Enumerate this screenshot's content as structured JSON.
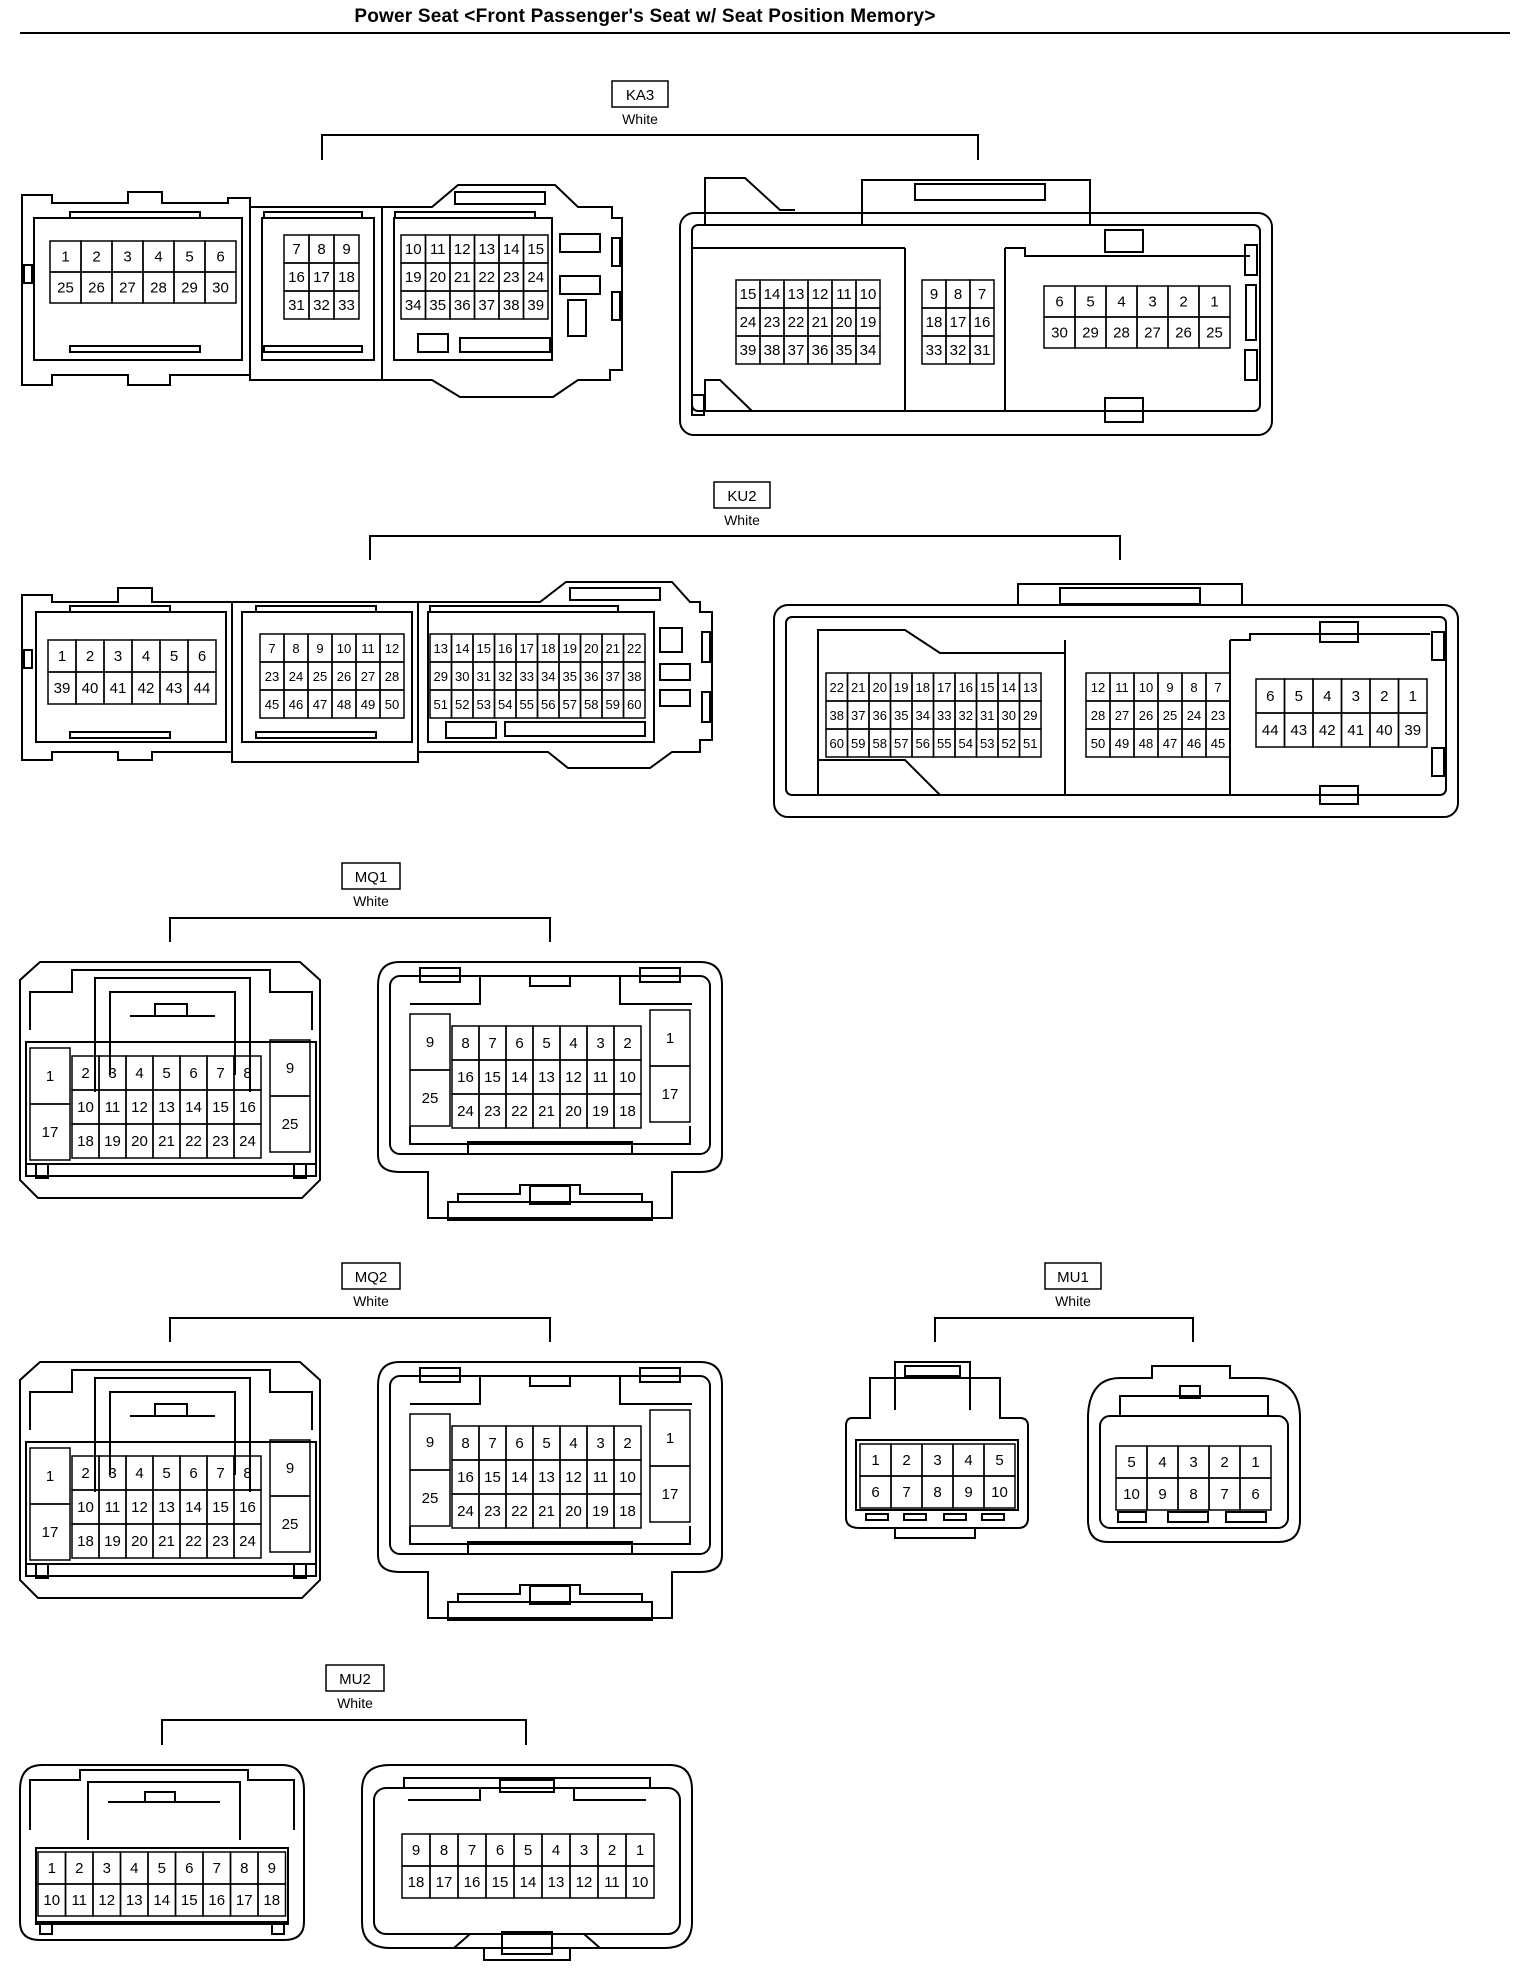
{
  "title": "Power Seat <Front Passenger's Seat w/ Seat Position Memory>",
  "connectors": {
    "KA3": {
      "code": "KA3",
      "color": "White",
      "left": {
        "a": [
          [
            "1",
            "2",
            "3",
            "4",
            "5",
            "6"
          ],
          [
            "25",
            "26",
            "27",
            "28",
            "29",
            "30"
          ]
        ],
        "b": [
          [
            "7",
            "8",
            "9"
          ],
          [
            "16",
            "17",
            "18"
          ],
          [
            "31",
            "32",
            "33"
          ]
        ],
        "c": [
          [
            "10",
            "11",
            "12",
            "13",
            "14",
            "15"
          ],
          [
            "19",
            "20",
            "21",
            "22",
            "23",
            "24"
          ],
          [
            "34",
            "35",
            "36",
            "37",
            "38",
            "39"
          ]
        ]
      },
      "right": {
        "a": [
          [
            "15",
            "14",
            "13",
            "12",
            "11",
            "10"
          ],
          [
            "24",
            "23",
            "22",
            "21",
            "20",
            "19"
          ],
          [
            "39",
            "38",
            "37",
            "36",
            "35",
            "34"
          ]
        ],
        "b": [
          [
            "9",
            "8",
            "7"
          ],
          [
            "18",
            "17",
            "16"
          ],
          [
            "33",
            "32",
            "31"
          ]
        ],
        "c": [
          [
            "6",
            "5",
            "4",
            "3",
            "2",
            "1"
          ],
          [
            "30",
            "29",
            "28",
            "27",
            "26",
            "25"
          ]
        ]
      }
    },
    "KU2": {
      "code": "KU2",
      "color": "White",
      "left": {
        "a": [
          [
            "1",
            "2",
            "3",
            "4",
            "5",
            "6"
          ],
          [
            "39",
            "40",
            "41",
            "42",
            "43",
            "44"
          ]
        ],
        "b": [
          [
            "7",
            "8",
            "9",
            "10",
            "11",
            "12"
          ],
          [
            "23",
            "24",
            "25",
            "26",
            "27",
            "28"
          ],
          [
            "45",
            "46",
            "47",
            "48",
            "49",
            "50"
          ]
        ],
        "c": [
          [
            "13",
            "14",
            "15",
            "16",
            "17",
            "18",
            "19",
            "20",
            "21",
            "22"
          ],
          [
            "29",
            "30",
            "31",
            "32",
            "33",
            "34",
            "35",
            "36",
            "37",
            "38"
          ],
          [
            "51",
            "52",
            "53",
            "54",
            "55",
            "56",
            "57",
            "58",
            "59",
            "60"
          ]
        ]
      },
      "right": {
        "a": [
          [
            "22",
            "21",
            "20",
            "19",
            "18",
            "17",
            "16",
            "15",
            "14",
            "13"
          ],
          [
            "38",
            "37",
            "36",
            "35",
            "34",
            "33",
            "32",
            "31",
            "30",
            "29"
          ],
          [
            "60",
            "59",
            "58",
            "57",
            "56",
            "55",
            "54",
            "53",
            "52",
            "51"
          ]
        ],
        "b": [
          [
            "12",
            "11",
            "10",
            "9",
            "8",
            "7"
          ],
          [
            "28",
            "27",
            "26",
            "25",
            "24",
            "23"
          ],
          [
            "50",
            "49",
            "48",
            "47",
            "46",
            "45"
          ]
        ],
        "c": [
          [
            "6",
            "5",
            "4",
            "3",
            "2",
            "1"
          ],
          [
            "44",
            "43",
            "42",
            "41",
            "40",
            "39"
          ]
        ]
      }
    },
    "MQ1": {
      "code": "MQ1",
      "color": "White",
      "left": {
        "side_l": [
          "1",
          "17"
        ],
        "rows": [
          [
            "2",
            "3",
            "4",
            "5",
            "6",
            "7",
            "8"
          ],
          [
            "10",
            "11",
            "12",
            "13",
            "14",
            "15",
            "16"
          ],
          [
            "18",
            "19",
            "20",
            "21",
            "22",
            "23",
            "24"
          ]
        ],
        "side_r": [
          "9",
          "25"
        ]
      },
      "right": {
        "side_l": [
          "9",
          "25"
        ],
        "rows": [
          [
            "8",
            "7",
            "6",
            "5",
            "4",
            "3",
            "2"
          ],
          [
            "16",
            "15",
            "14",
            "13",
            "12",
            "11",
            "10"
          ],
          [
            "24",
            "23",
            "22",
            "21",
            "20",
            "19",
            "18"
          ]
        ],
        "side_r": [
          "1",
          "17"
        ]
      }
    },
    "MQ2": {
      "code": "MQ2",
      "color": "White",
      "left": {
        "side_l": [
          "1",
          "17"
        ],
        "rows": [
          [
            "2",
            "3",
            "4",
            "5",
            "6",
            "7",
            "8"
          ],
          [
            "10",
            "11",
            "12",
            "13",
            "14",
            "15",
            "16"
          ],
          [
            "18",
            "19",
            "20",
            "21",
            "22",
            "23",
            "24"
          ]
        ],
        "side_r": [
          "9",
          "25"
        ]
      },
      "right": {
        "side_l": [
          "9",
          "25"
        ],
        "rows": [
          [
            "8",
            "7",
            "6",
            "5",
            "4",
            "3",
            "2"
          ],
          [
            "16",
            "15",
            "14",
            "13",
            "12",
            "11",
            "10"
          ],
          [
            "24",
            "23",
            "22",
            "21",
            "20",
            "19",
            "18"
          ]
        ],
        "side_r": [
          "1",
          "17"
        ]
      }
    },
    "MU1": {
      "code": "MU1",
      "color": "White",
      "left": [
        [
          "1",
          "2",
          "3",
          "4",
          "5"
        ],
        [
          "6",
          "7",
          "8",
          "9",
          "10"
        ]
      ],
      "right": [
        [
          "5",
          "4",
          "3",
          "2",
          "1"
        ],
        [
          "10",
          "9",
          "8",
          "7",
          "6"
        ]
      ]
    },
    "MU2": {
      "code": "MU2",
      "color": "White",
      "left": [
        [
          "1",
          "2",
          "3",
          "4",
          "5",
          "6",
          "7",
          "8",
          "9"
        ],
        [
          "10",
          "11",
          "12",
          "13",
          "14",
          "15",
          "16",
          "17",
          "18"
        ]
      ],
      "right": [
        [
          "9",
          "8",
          "7",
          "6",
          "5",
          "4",
          "3",
          "2",
          "1"
        ],
        [
          "18",
          "17",
          "16",
          "15",
          "14",
          "13",
          "12",
          "11",
          "10"
        ]
      ]
    }
  }
}
